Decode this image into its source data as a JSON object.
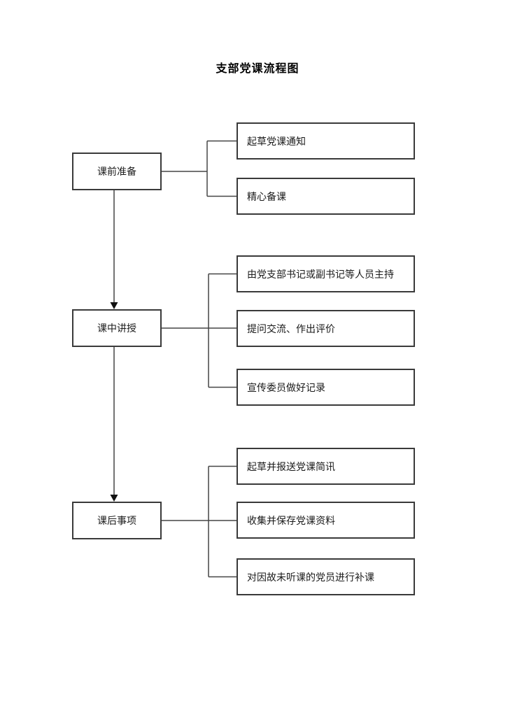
{
  "page": {
    "title": "支部党课流程图"
  },
  "flowchart": {
    "groups": [
      {
        "stage": {
          "label": "课前准备"
        },
        "steps": [
          {
            "label": "起草党课通知"
          },
          {
            "label": "精心备课"
          }
        ]
      },
      {
        "stage": {
          "label": "课中讲授"
        },
        "steps": [
          {
            "label": "由党支部书记或副书记等人员主持"
          },
          {
            "label": "提问交流、作出评价"
          },
          {
            "label": "宣传委员做好记录"
          }
        ]
      },
      {
        "stage": {
          "label": "课后事项"
        },
        "steps": [
          {
            "label": "起草并报送党课简讯"
          },
          {
            "label": "收集并保存党课资料"
          },
          {
            "label": "对因故未听课的党员进行补课"
          }
        ]
      }
    ],
    "line_color": "#454545",
    "border_color": "#3a3a3a"
  }
}
